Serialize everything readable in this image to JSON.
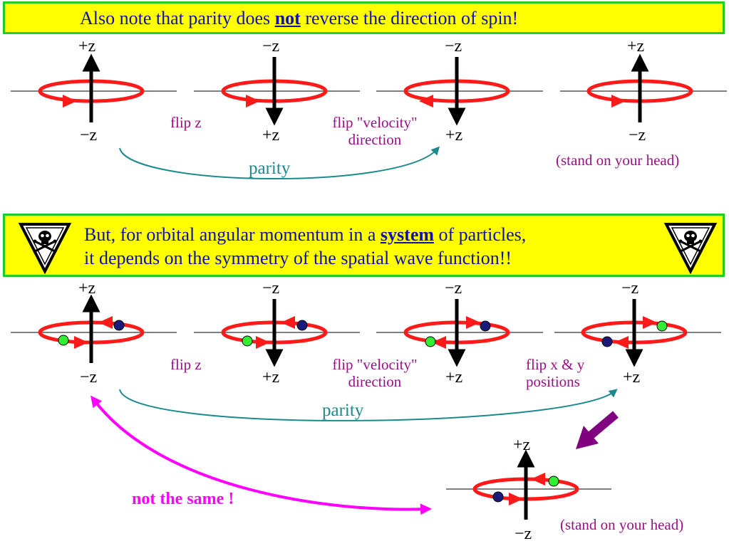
{
  "banner_top": {
    "text_before": "Also note that parity does ",
    "emphasis": "not",
    "text_after": " reverse the direction of spin!"
  },
  "banner_bottom": {
    "line1_before": "But, for orbital angular momentum in a ",
    "line1_emphasis": "system",
    "line1_after": " of particles,",
    "line2": "it depends on the symmetry of the spatial wave function!!"
  },
  "axis_labels": {
    "plus_z": "+z",
    "minus_z": "−z"
  },
  "labels": {
    "flip_z": "flip z",
    "flip_velocity_line1": "flip \"velocity\"",
    "flip_velocity_line2": "direction",
    "flip_xy_line1": "flip x & y",
    "flip_xy_line2": "positions",
    "parity": "parity",
    "stand_on_head_top": "(stand on your head)",
    "stand_on_head_bottom": "(stand on your head)",
    "not_same": "not the same !"
  },
  "colors": {
    "banner_bg": "#ffff00",
    "banner_border": "#22cc22",
    "banner_text": "#1010b0",
    "orbit": "#ff1a1a",
    "axis": "#000000",
    "label_purple": "#9b0f86",
    "parity_teal": "#1a8a8a",
    "not_same_magenta": "#ff00ff",
    "arrow_purple": "#800080",
    "particle_green": "#33ee33",
    "particle_navy": "#1a1a7a"
  },
  "icons": [
    "skull-crossbones-warning-icon"
  ]
}
